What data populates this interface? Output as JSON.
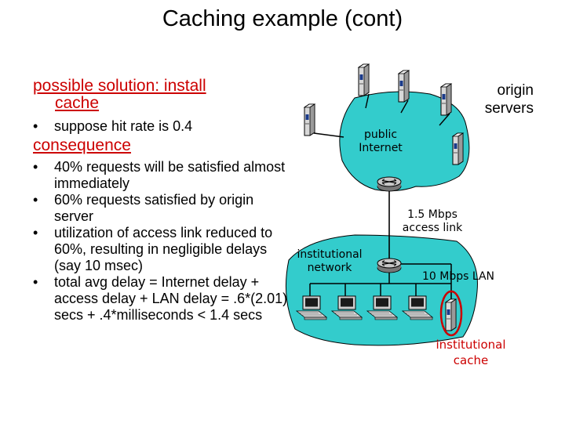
{
  "title": "Caching example (cont)",
  "solution": {
    "heading_line1": "possible solution: install",
    "heading_line2": "cache",
    "bullets": [
      "suppose hit rate is 0.4"
    ]
  },
  "consequence": {
    "heading": "consequence",
    "bullets": [
      "40% requests will be satisfied almost immediately",
      "60% requests satisfied by origin server",
      "utilization of access link reduced to 60%, resulting in negligible delays (say 10 msec)",
      "total avg delay   = Internet delay + access delay + LAN delay   = .6*(2.01) secs   + .4*milliseconds < 1.4 secs"
    ]
  },
  "diagram": {
    "origin_label": "origin servers",
    "public_internet_label": "public Internet",
    "access_link_label": "1.5 Mbps access link",
    "institutional_network_label": "institutional network",
    "lan_label": "10 Mbps LAN",
    "cache_label": "institutional cache",
    "colors": {
      "cloud": "#33cccc",
      "highlight": "#cc0000"
    }
  }
}
